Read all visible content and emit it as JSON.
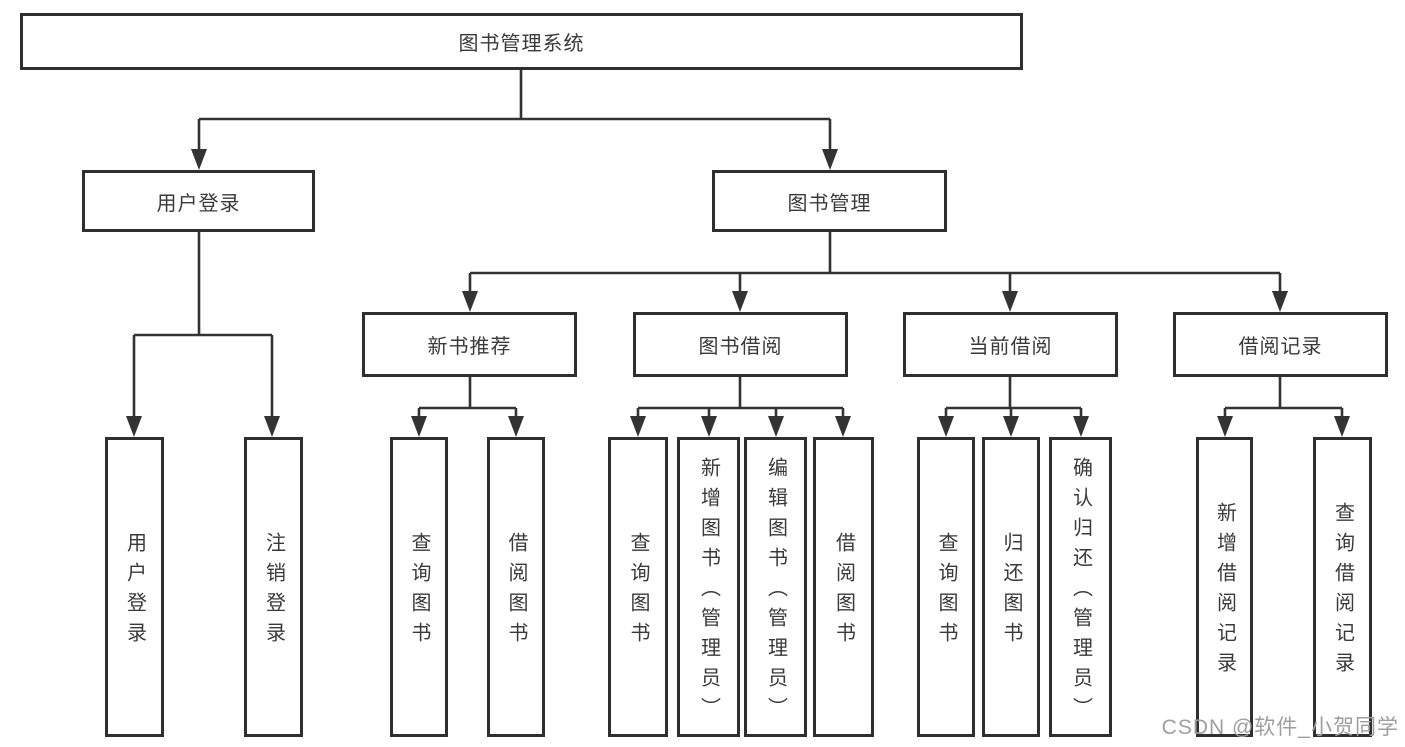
{
  "tree": {
    "label": "图书管理系统",
    "children": [
      {
        "label": "用户登录",
        "children": [
          {
            "label": "用户登录"
          },
          {
            "label": "注销登录"
          }
        ]
      },
      {
        "label": "图书管理",
        "children": [
          {
            "label": "新书推荐",
            "children": [
              {
                "label": "查询图书"
              },
              {
                "label": "借阅图书"
              }
            ]
          },
          {
            "label": "图书借阅",
            "children": [
              {
                "label": "查询图书"
              },
              {
                "label": "新增图书（管理员）"
              },
              {
                "label": "编辑图书（管理员）"
              },
              {
                "label": "借阅图书"
              }
            ]
          },
          {
            "label": "当前借阅",
            "children": [
              {
                "label": "查询图书"
              },
              {
                "label": "归还图书"
              },
              {
                "label": "确认归还（管理员）"
              }
            ]
          },
          {
            "label": "借阅记录",
            "children": [
              {
                "label": "新增借阅记录"
              },
              {
                "label": "查询借阅记录"
              }
            ]
          }
        ]
      }
    ]
  },
  "watermark": "CSDN @软件_小贺同学",
  "colors": {
    "line": "#333333",
    "box_border": "#2f2f2f",
    "text": "#3a3a3a",
    "watermark": "#9e9e9e",
    "background": "#ffffff"
  }
}
